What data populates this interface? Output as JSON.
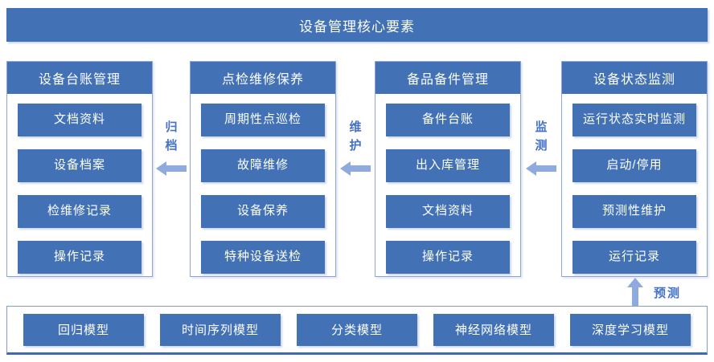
{
  "title": "设备管理核心要素",
  "columns": [
    {
      "header": "设备台账管理",
      "items": [
        "文档资料",
        "设备档案",
        "检维修记录",
        "操作记录"
      ]
    },
    {
      "header": "点检维修保养",
      "items": [
        "周期性点巡检",
        "故障维修",
        "设备保养",
        "特种设备送检"
      ]
    },
    {
      "header": "备品备件管理",
      "items": [
        "备件台账",
        "出入库管理",
        "文档资料",
        "操作记录"
      ]
    },
    {
      "header": "设备状态监测",
      "items": [
        "运行状态实时监测",
        "启动/停用",
        "预测性维护",
        "运行记录"
      ]
    }
  ],
  "arrows": {
    "archive_label": "归档",
    "maintain_label": "维护",
    "monitor_label": "监测",
    "predict_label": "预测"
  },
  "bottom_models": [
    "回归模型",
    "时间序列模型",
    "分类模型",
    "神经网络模型",
    "深度学习模型"
  ],
  "colors": {
    "primary_blue": "#4272B5",
    "arrow_fill": "#8FAADC",
    "flow_label_text": "#4472C4",
    "container_border": "#8CA5D3"
  }
}
